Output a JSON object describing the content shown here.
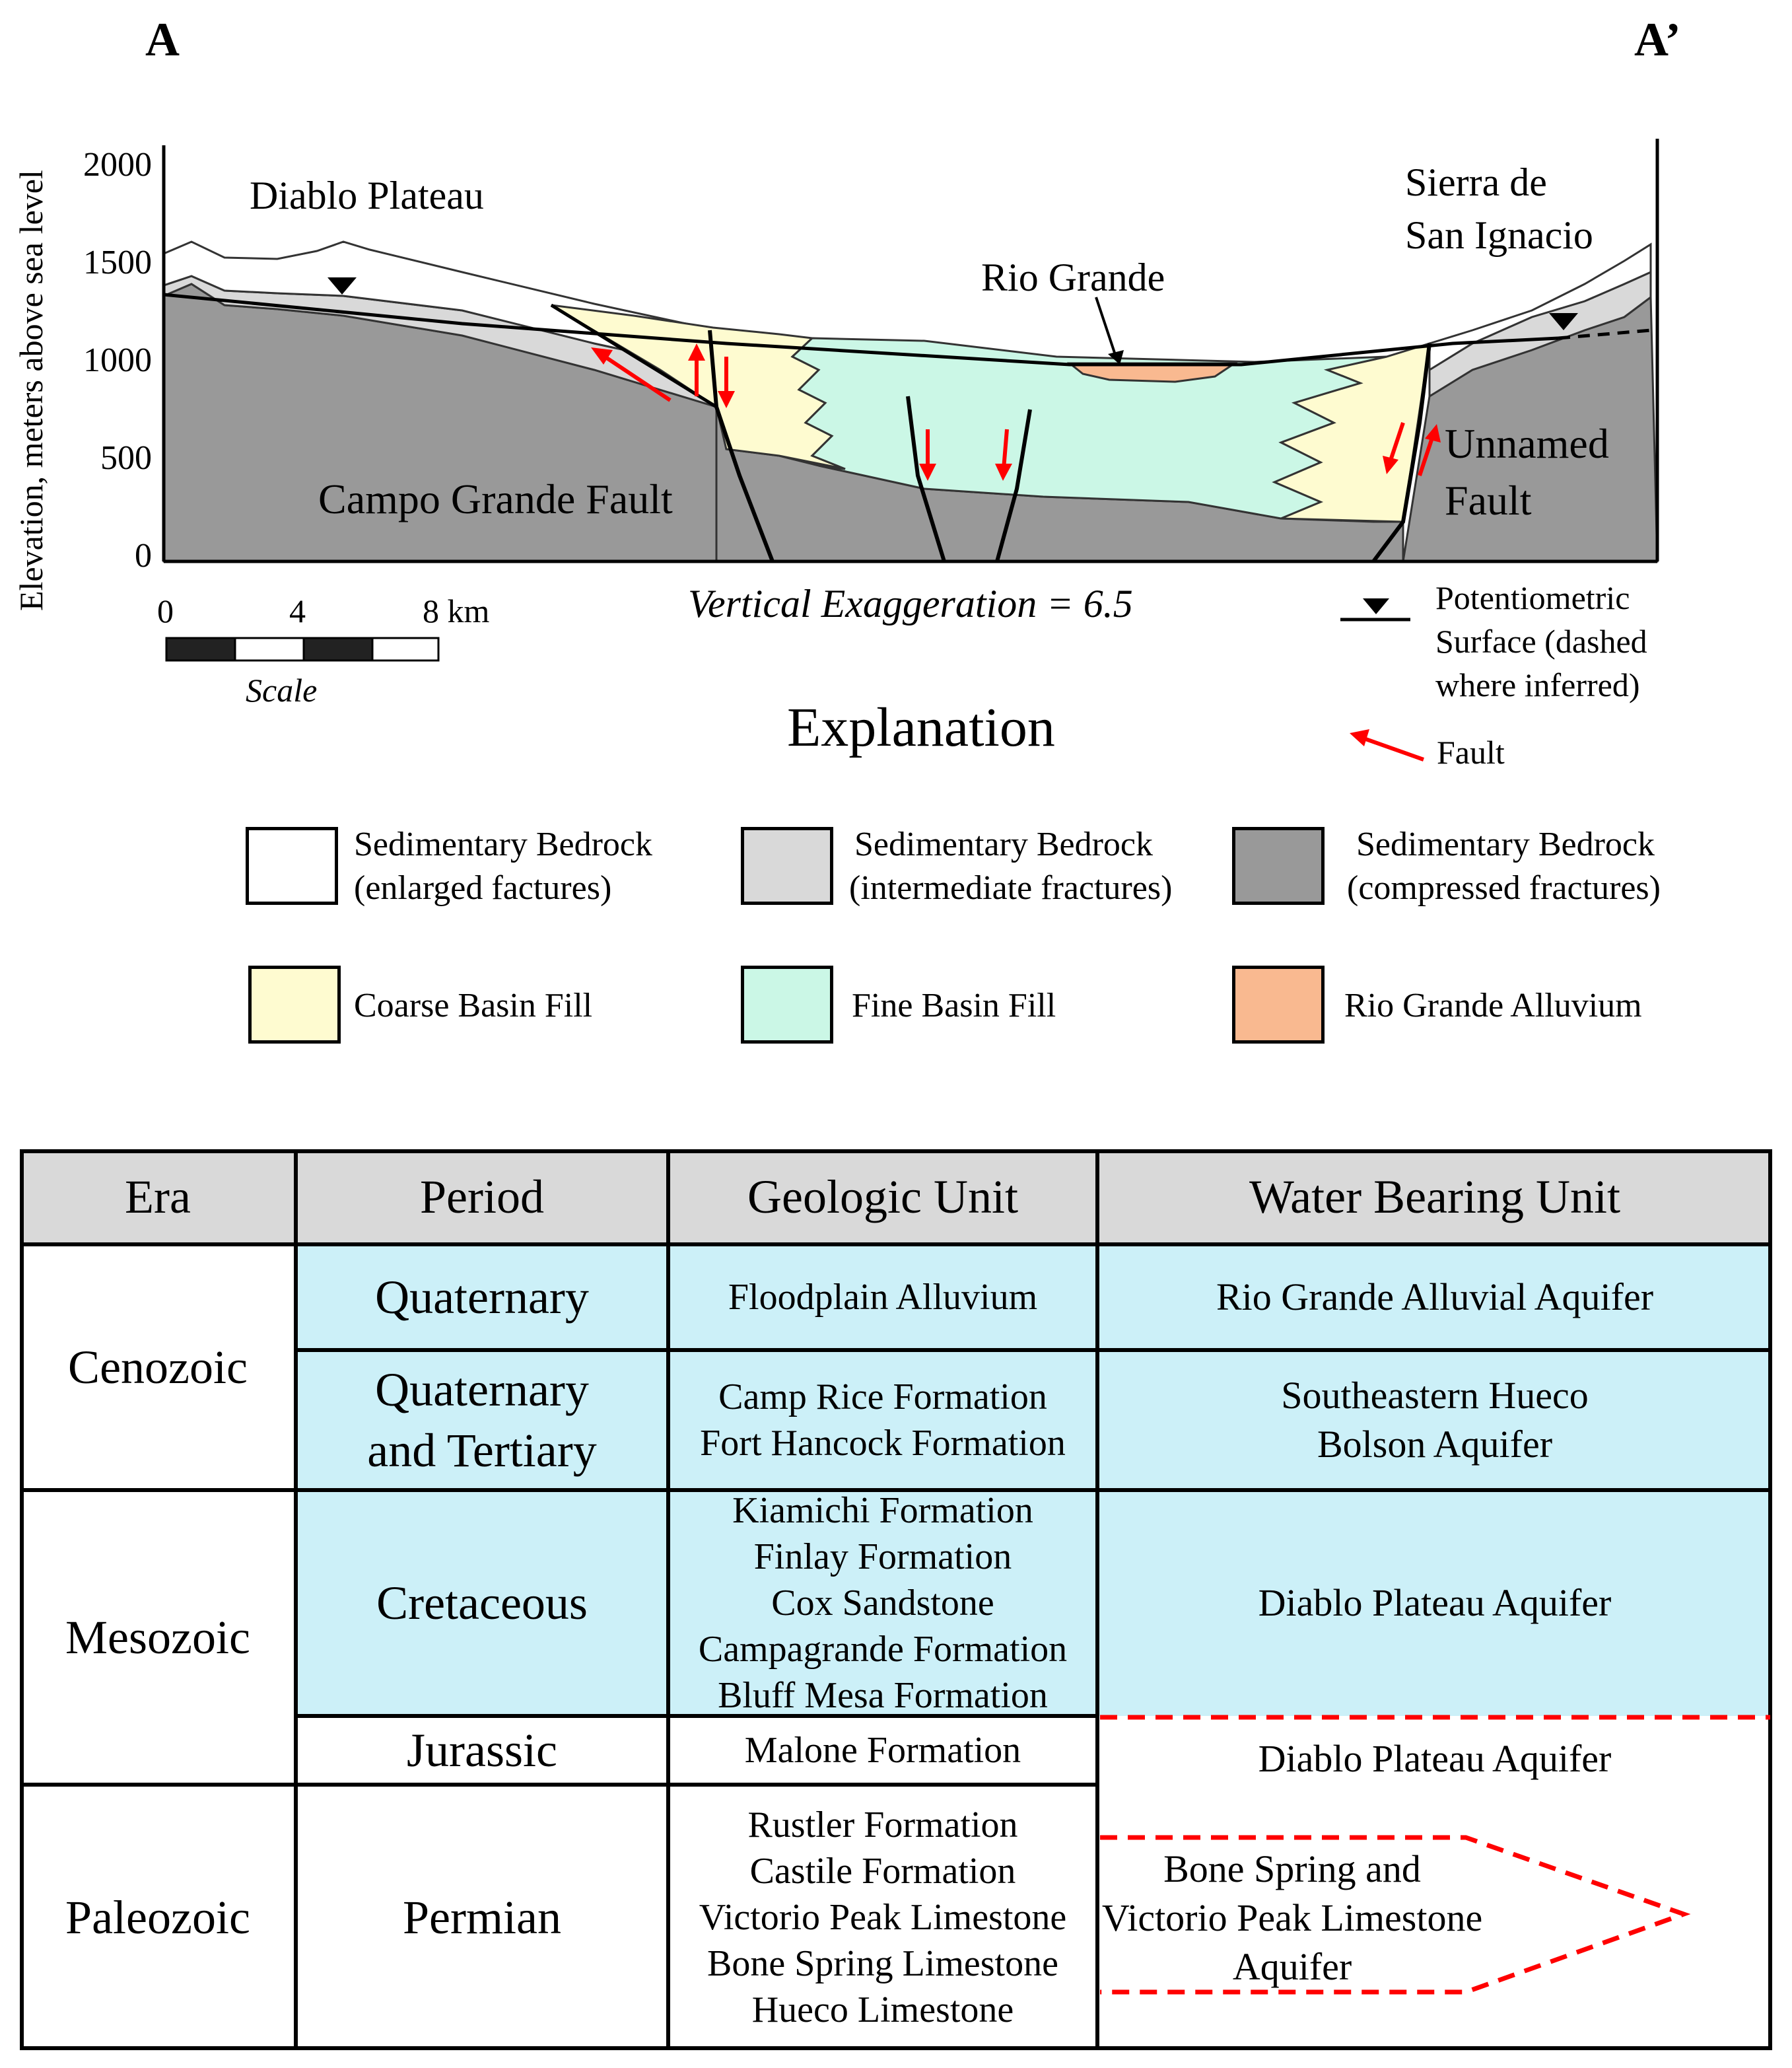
{
  "section": {
    "left_end": "A",
    "right_end": "A’",
    "y_axis_label": "Elevation, meters above sea level",
    "y_ticks": [
      "2000",
      "1500",
      "1000",
      "500",
      "0"
    ],
    "labels": {
      "diablo_plateau": "Diablo Plateau",
      "sierra_line1": "Sierra de",
      "sierra_line2": "San Ignacio",
      "rio_grande": "Rio Grande",
      "campo_grande_fault": "Campo Grande Fault",
      "unnamed_line1": "Unnamed",
      "unnamed_line2": "Fault"
    },
    "scale": {
      "ticks": [
        "0",
        "4",
        "8 km"
      ],
      "label": "Scale"
    },
    "vertical_exaggeration": "Vertical Exaggeration = 6.5",
    "potentiometric": {
      "line1": "Potentiometric",
      "line2": "Surface (dashed",
      "line3": "where inferred)"
    },
    "fault_legend": "Fault",
    "colors": {
      "bedrock_enlarged": "#ffffff",
      "bedrock_intermediate": "#d9d9d9",
      "bedrock_compressed": "#999999",
      "coarse_fill": "#fefbd0",
      "fine_fill": "#cbf7e6",
      "alluvium": "#f9b990",
      "fault_arrow": "#ff0000"
    }
  },
  "explanation": {
    "title": "Explanation",
    "items": [
      {
        "line1": "Sedimentary  Bedrock",
        "line2": "(enlarged  factures)",
        "color": "#ffffff"
      },
      {
        "line1": "Sedimentary  Bedrock",
        "line2": "(intermediate  fractures)",
        "color": "#d9d9d9"
      },
      {
        "line1": "Sedimentary  Bedrock",
        "line2": "(compressed fractures)",
        "color": "#999999"
      },
      {
        "line1": "Coarse Basin Fill",
        "line2": "",
        "color": "#fefbd0"
      },
      {
        "line1": "Fine  Basin  Fill",
        "line2": "",
        "color": "#cbf7e6"
      },
      {
        "line1": "Rio Grande Alluvium",
        "line2": "",
        "color": "#f9b990"
      }
    ]
  },
  "table": {
    "headers": [
      "Era",
      "Period",
      "Geologic Unit",
      "Water Bearing Unit"
    ],
    "eras": [
      "Cenozoic",
      "Mesozoic",
      "Paleozoic"
    ],
    "periods": [
      "Quaternary",
      "Quaternary\nand Tertiary",
      "Cretaceous",
      "Jurassic",
      "Permian"
    ],
    "units": [
      "Floodplain Alluvium",
      "Camp Rice Formation\nFort Hancock Formation",
      "Kiamichi Formation\nFinlay Formation\nCox Sandstone\nCampagrande Formation\nBluff Mesa Formation",
      "Malone Formation",
      "Rustler Formation\nCastile Formation\nVictorio Peak Limestone\nBone Spring Limestone\nHueco Limestone"
    ],
    "aquifers": [
      "Rio Grande Alluvial Aquifer",
      "Southeastern Hueco\nBolson Aquifer",
      "Diablo Plateau Aquifer",
      "Diablo Plateau Aquifer",
      "Bone Spring and\nVictorio Peak Limestone\nAquifer"
    ],
    "colors": {
      "header": "#d9d9d9",
      "aquifer": "#ccf0f8",
      "boundary": "#ff0000"
    }
  }
}
